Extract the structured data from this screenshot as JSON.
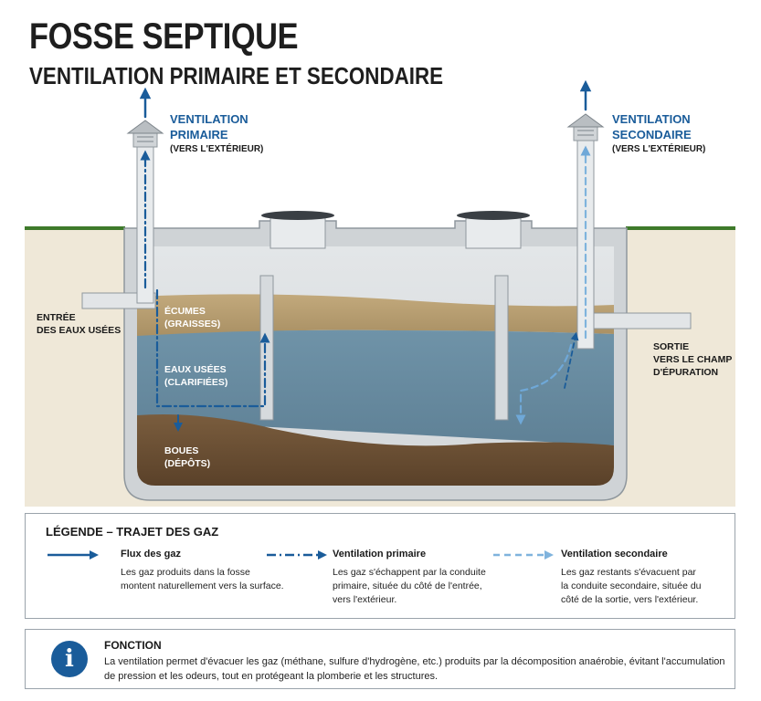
{
  "header": {
    "title": "FOSSE SEPTIQUE",
    "subtitle": "VENTILATION PRIMAIRE ET SECONDAIRE"
  },
  "vents": {
    "primary": {
      "title_line1": "VENTILATION",
      "title_line2": "PRIMAIRE",
      "note": "(VERS L'EXTÉRIEUR)"
    },
    "secondary": {
      "title_line1": "VENTILATION",
      "title_line2": "SECONDAIRE",
      "note": "(VERS L'EXTÉRIEUR)"
    }
  },
  "labels": {
    "inlet_line1": "ENTRÉE",
    "inlet_line2": "DES EAUX USÉES",
    "outlet_line1": "SORTIE",
    "outlet_line2": "VERS LE CHAMP",
    "outlet_line3": "D'ÉPURATION",
    "scum_line1": "ÉCUMES",
    "scum_line2": "(GRAISSES)",
    "water_line1": "EAUX USÉES",
    "water_line2": "(CLARIFIÉES)",
    "sludge_line1": "BOUES",
    "sludge_line2": "(DÉPÔTS)"
  },
  "legend": {
    "title": "LÉGENDE – TRAJET DES GAZ",
    "items": [
      {
        "name": "Flux des gaz",
        "desc_line1": "Les gaz produits dans la fosse",
        "desc_line2": "montent naturellement vers la surface.",
        "desc_line3": ""
      },
      {
        "name": "Ventilation primaire",
        "desc_line1": "Les gaz s'échappent par la conduite",
        "desc_line2": "primaire, située du côté de l'entrée,",
        "desc_line3": "vers l'extérieur."
      },
      {
        "name": "Ventilation secondaire",
        "desc_line1": "Les gaz restants s'évacuent par",
        "desc_line2": "la conduite secondaire, située du",
        "desc_line3": "côté de la sortie, vers l'extérieur."
      }
    ]
  },
  "function": {
    "title": "FONCTION",
    "text": "La ventilation permet d'évacuer les gaz (méthane, sulfure d'hydrogène, etc.) produits par la décomposition anaérobie, évitant l'accumulation de pression et les odeurs, tout en protégeant la plomberie et les structures."
  },
  "colors": {
    "gas_flow": "#1a5c9a",
    "secondary_vent": "#7fb3dd",
    "scum": "#b39b6f",
    "water": "#6e8fa3",
    "sludge": "#6a4f34",
    "concrete": "#d9dcde",
    "soil": "#eee6d6",
    "grass": "#3e7a2a"
  },
  "icons": {
    "info": "info-icon"
  }
}
